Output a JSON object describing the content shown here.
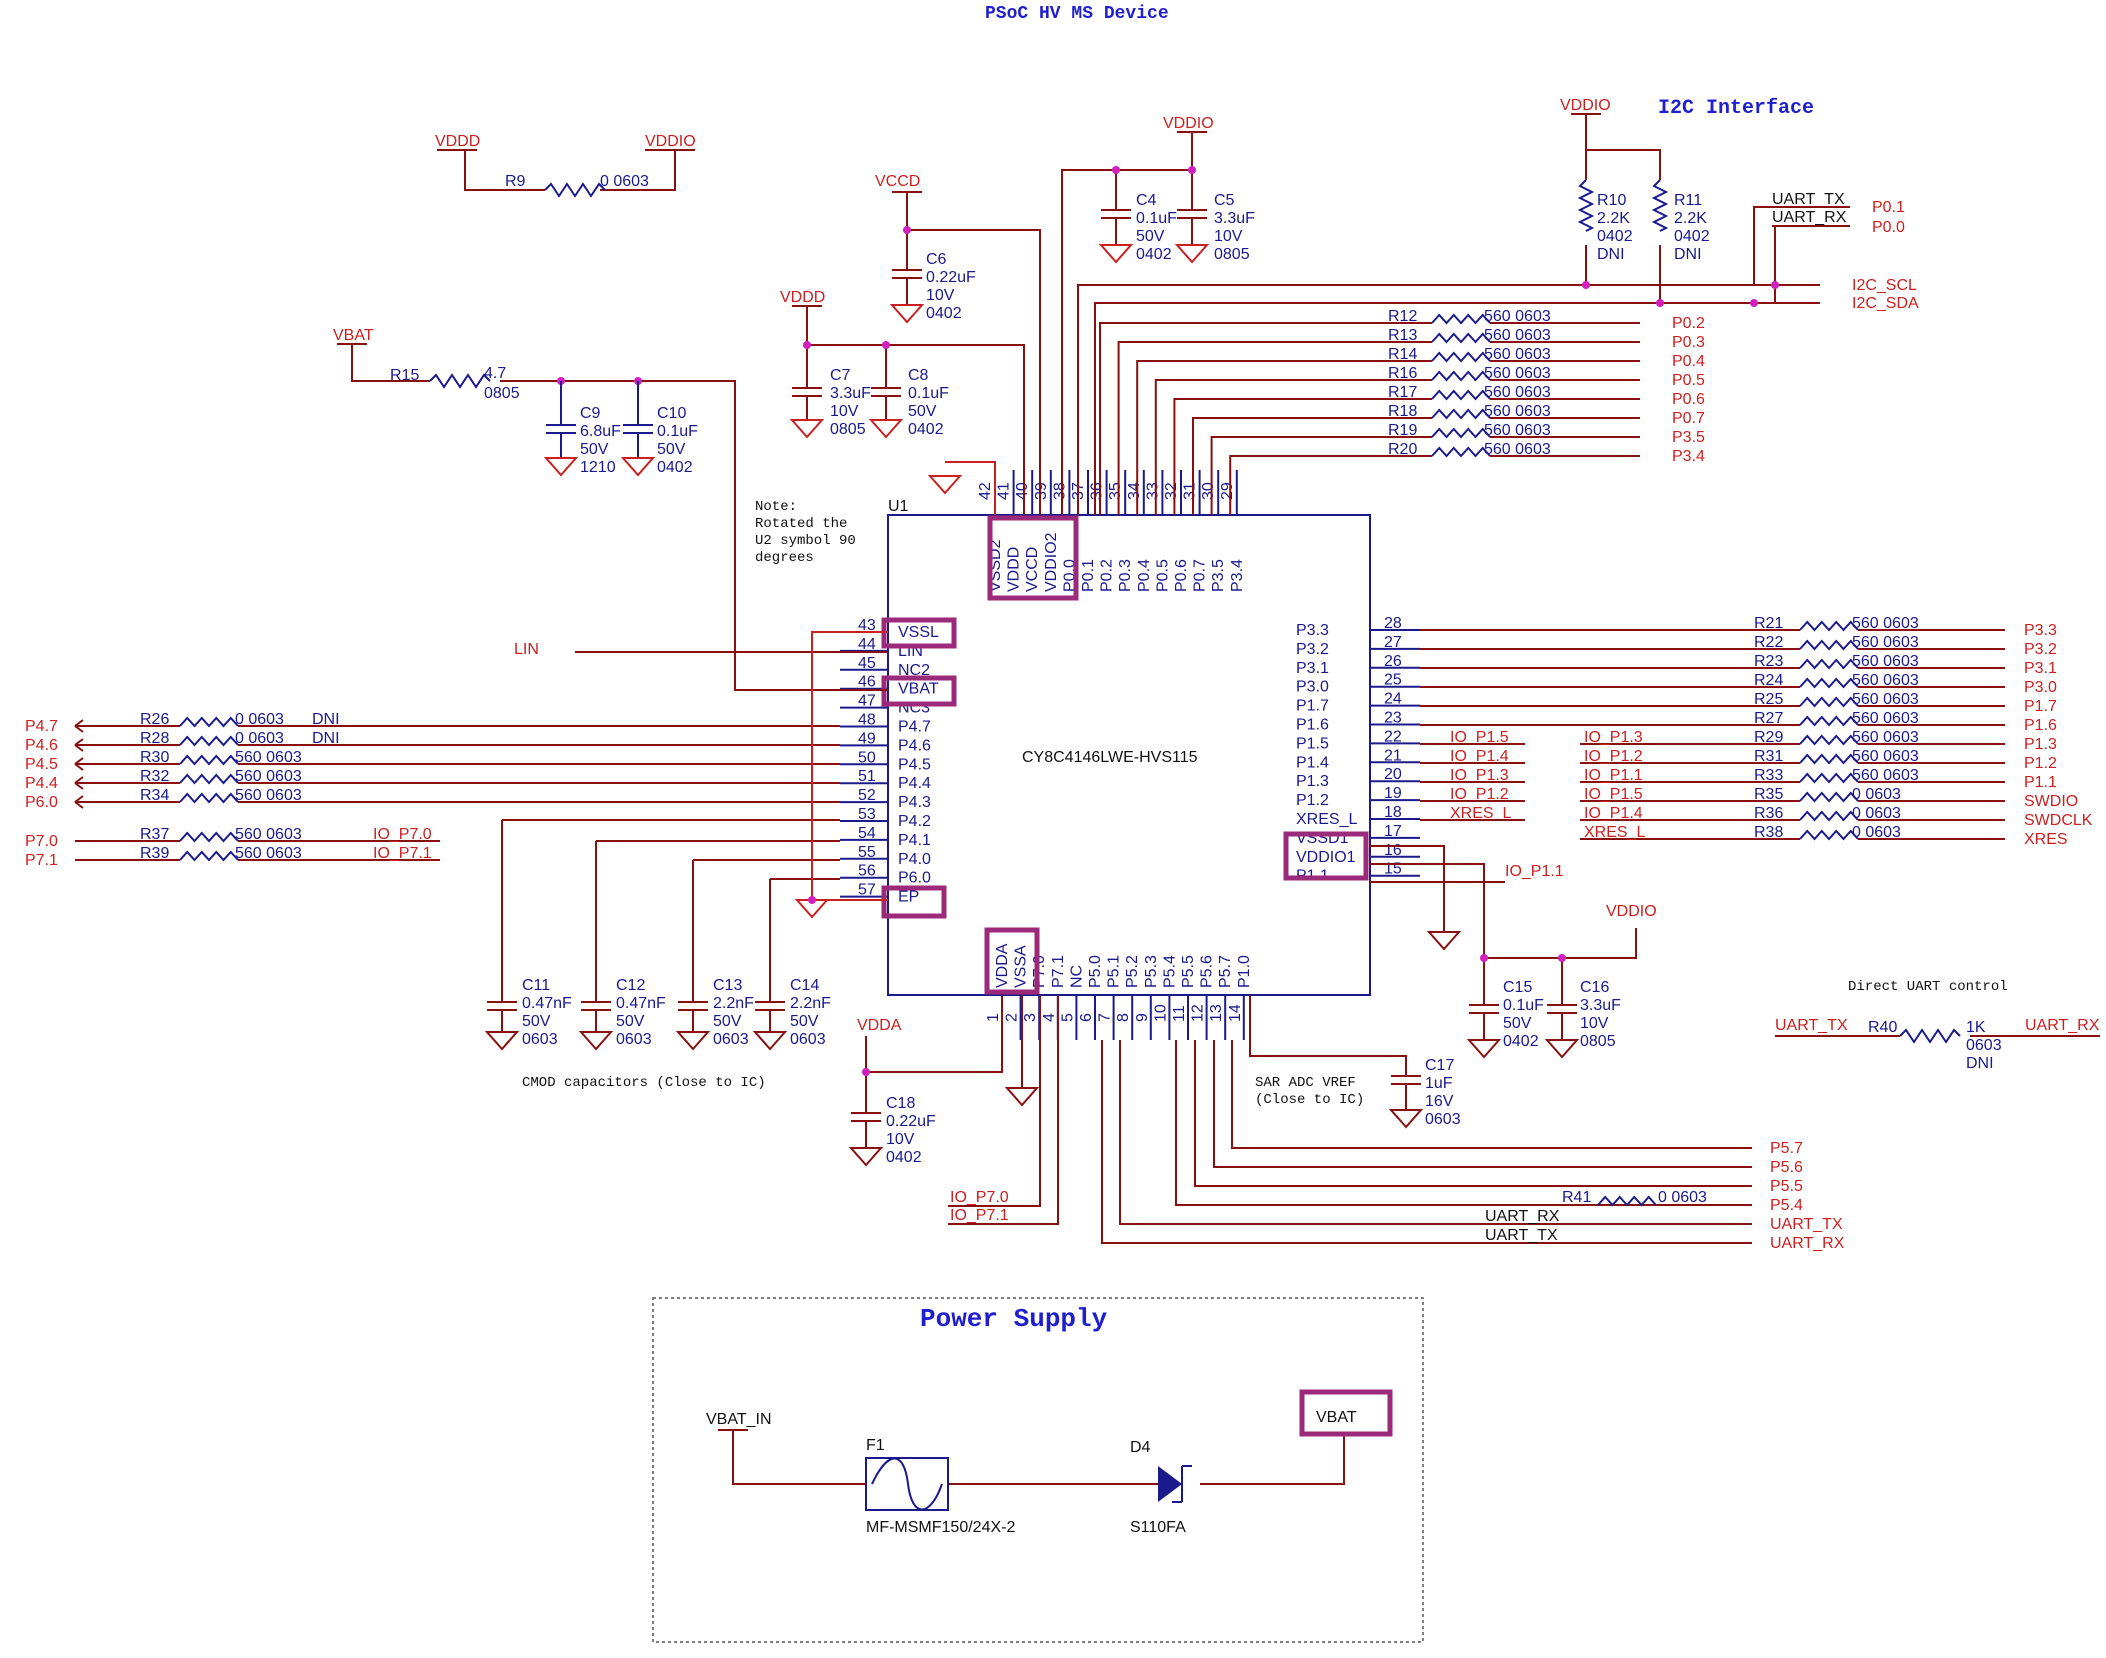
{
  "titles": {
    "main": "PSoC HV MS Device",
    "i2c": "I2C Interface",
    "power": "Power Supply"
  },
  "ic": {
    "ref": "U1",
    "part": "CY8C4146LWE-HVS115"
  },
  "notes": {
    "rotated": [
      "Note:",
      "Rotated the",
      "U2 symbol 90",
      "degrees"
    ],
    "cmod": "CMOD capacitors (Close to IC)",
    "sar": [
      "SAR ADC VREF",
      "(Close to IC)"
    ],
    "uart": "Direct UART control"
  },
  "top_pins": [
    {
      "num": "42",
      "name": "VSSD2"
    },
    {
      "num": "41",
      "name": "VDDD"
    },
    {
      "num": "40",
      "name": "VCCD"
    },
    {
      "num": "39",
      "name": "VDDIO2"
    },
    {
      "num": "38",
      "name": "P0.0"
    },
    {
      "num": "37",
      "name": "P0.1"
    },
    {
      "num": "36",
      "name": "P0.2"
    },
    {
      "num": "35",
      "name": "P0.3"
    },
    {
      "num": "34",
      "name": "P0.4"
    },
    {
      "num": "33",
      "name": "P0.5"
    },
    {
      "num": "32",
      "name": "P0.6"
    },
    {
      "num": "31",
      "name": "P0.7"
    },
    {
      "num": "30",
      "name": "P3.5"
    },
    {
      "num": "29",
      "name": "P3.4"
    }
  ],
  "left_pins": [
    {
      "num": "43",
      "name": "VSSL"
    },
    {
      "num": "44",
      "name": "LIN"
    },
    {
      "num": "45",
      "name": "NC2"
    },
    {
      "num": "46",
      "name": "VBAT"
    },
    {
      "num": "47",
      "name": "NC3"
    },
    {
      "num": "48",
      "name": "P4.7"
    },
    {
      "num": "49",
      "name": "P4.6"
    },
    {
      "num": "50",
      "name": "P4.5"
    },
    {
      "num": "51",
      "name": "P4.4"
    },
    {
      "num": "52",
      "name": "P4.3"
    },
    {
      "num": "53",
      "name": "P4.2"
    },
    {
      "num": "54",
      "name": "P4.1"
    },
    {
      "num": "55",
      "name": "P4.0"
    },
    {
      "num": "56",
      "name": "P6.0"
    },
    {
      "num": "57",
      "name": "EP"
    }
  ],
  "right_pins": [
    {
      "num": "28",
      "name": "P3.3"
    },
    {
      "num": "27",
      "name": "P3.2"
    },
    {
      "num": "26",
      "name": "P3.1"
    },
    {
      "num": "25",
      "name": "P3.0"
    },
    {
      "num": "24",
      "name": "P1.7"
    },
    {
      "num": "23",
      "name": "P1.6"
    },
    {
      "num": "22",
      "name": "P1.5"
    },
    {
      "num": "21",
      "name": "P1.4"
    },
    {
      "num": "20",
      "name": "P1.3"
    },
    {
      "num": "19",
      "name": "P1.2"
    },
    {
      "num": "18",
      "name": "XRES_L"
    },
    {
      "num": "17",
      "name": "VSSD1"
    },
    {
      "num": "16",
      "name": "VDDIO1"
    },
    {
      "num": "15",
      "name": "P1.1"
    }
  ],
  "bottom_pins": [
    {
      "num": "1",
      "name": "VDDA"
    },
    {
      "num": "2",
      "name": "VSSA"
    },
    {
      "num": "3",
      "name": "P7.0"
    },
    {
      "num": "4",
      "name": "P7.1"
    },
    {
      "num": "5",
      "name": "NC"
    },
    {
      "num": "6",
      "name": "P5.0"
    },
    {
      "num": "7",
      "name": "P5.1"
    },
    {
      "num": "8",
      "name": "P5.2"
    },
    {
      "num": "9",
      "name": "P5.3"
    },
    {
      "num": "10",
      "name": "P5.4"
    },
    {
      "num": "11",
      "name": "P5.5"
    },
    {
      "num": "12",
      "name": "P5.6"
    },
    {
      "num": "13",
      "name": "P5.7"
    },
    {
      "num": "14",
      "name": "P1.0"
    }
  ],
  "top_res": [
    {
      "ref": "R12",
      "val": "560 0603",
      "net": "P0.2"
    },
    {
      "ref": "R13",
      "val": "560 0603",
      "net": "P0.3"
    },
    {
      "ref": "R14",
      "val": "560 0603",
      "net": "P0.4"
    },
    {
      "ref": "R16",
      "val": "560 0603",
      "net": "P0.5"
    },
    {
      "ref": "R17",
      "val": "560 0603",
      "net": "P0.6"
    },
    {
      "ref": "R18",
      "val": "560 0603",
      "net": "P0.7"
    },
    {
      "ref": "R19",
      "val": "560 0603",
      "net": "P3.5"
    },
    {
      "ref": "R20",
      "val": "560 0603",
      "net": "P3.4"
    }
  ],
  "right_res": [
    {
      "ref": "R21",
      "val": "560 0603",
      "net": "P3.3",
      "io": ""
    },
    {
      "ref": "R22",
      "val": "560 0603",
      "net": "P3.2",
      "io": ""
    },
    {
      "ref": "R23",
      "val": "560 0603",
      "net": "P3.1",
      "io": ""
    },
    {
      "ref": "R24",
      "val": "560 0603",
      "net": "P3.0",
      "io": ""
    },
    {
      "ref": "R25",
      "val": "560 0603",
      "net": "P1.7",
      "io": ""
    },
    {
      "ref": "R27",
      "val": "560 0603",
      "net": "P1.6",
      "io": ""
    },
    {
      "ref": "R29",
      "val": "560 0603",
      "net": "P1.3",
      "io": "IO_P1.3"
    },
    {
      "ref": "R31",
      "val": "560 0603",
      "net": "P1.2",
      "io": "IO_P1.2"
    },
    {
      "ref": "R33",
      "val": "560 0603",
      "net": "P1.1",
      "io": "IO_P1.1"
    },
    {
      "ref": "R35",
      "val": "0 0603",
      "net": "SWDIO",
      "io": "IO_P1.5"
    },
    {
      "ref": "R36",
      "val": "0 0603",
      "net": "SWDCLK",
      "io": "IO_P1.4"
    },
    {
      "ref": "R38",
      "val": "0 0603",
      "net": "XRES",
      "io": "XRES_L"
    }
  ],
  "right_io": [
    "IO_P1.5",
    "IO_P1.4",
    "IO_P1.3",
    "IO_P1.2",
    "XRES_L"
  ],
  "left_res": [
    {
      "ref": "R26",
      "val": "0 0603",
      "dni": "DNI",
      "net": "P4.7"
    },
    {
      "ref": "R28",
      "val": "0 0603",
      "dni": "DNI",
      "net": "P4.6"
    },
    {
      "ref": "R30",
      "val": "560 0603",
      "dni": "",
      "net": "P4.5"
    },
    {
      "ref": "R32",
      "val": "560 0603",
      "dni": "",
      "net": "P4.4"
    },
    {
      "ref": "R34",
      "val": "560 0603",
      "dni": "",
      "net": "P6.0"
    }
  ],
  "left_res2": [
    {
      "ref": "R37",
      "val": "560 0603",
      "net": "P7.0",
      "io": "IO_P7.0"
    },
    {
      "ref": "R39",
      "val": "560 0603",
      "net": "P7.1",
      "io": "IO_P7.1"
    }
  ],
  "caps_cmod": [
    {
      "ref": "C11",
      "v1": "0.47nF",
      "v2": "50V",
      "v3": "0603"
    },
    {
      "ref": "C12",
      "v1": "0.47nF",
      "v2": "50V",
      "v3": "0603"
    },
    {
      "ref": "C13",
      "v1": "2.2nF",
      "v2": "50V",
      "v3": "0603"
    },
    {
      "ref": "C14",
      "v1": "2.2nF",
      "v2": "50V",
      "v3": "0603"
    }
  ],
  "bottom_nets": [
    {
      "net": "P5.7",
      "ref": ""
    },
    {
      "net": "P5.6",
      "ref": ""
    },
    {
      "net": "P5.5",
      "ref": ""
    },
    {
      "net": "P5.4",
      "ref": "R41",
      "val": "0 0603"
    },
    {
      "net": "UART_TX",
      "ref": "",
      "inner": "UART_RX"
    },
    {
      "net": "UART_RX",
      "ref": "",
      "inner": "UART_TX"
    }
  ],
  "rails": {
    "vddd": "VDDD",
    "vddio": "VDDIO",
    "vccd": "VCCD",
    "vbat": "VBAT",
    "vdda": "VDDA",
    "lin": "LIN"
  },
  "parts": {
    "r9": {
      "ref": "R9",
      "val": "0 0603"
    },
    "r15": {
      "ref": "R15",
      "val": "4.7",
      "pkg": "0805"
    },
    "c4": [
      "C4",
      "0.1uF",
      "50V",
      "0402"
    ],
    "c5": [
      "C5",
      "3.3uF",
      "10V",
      "0805"
    ],
    "c6": [
      "C6",
      "0.22uF",
      "10V",
      "0402"
    ],
    "c7": [
      "C7",
      "3.3uF",
      "10V",
      "0805"
    ],
    "c8": [
      "C8",
      "0.1uF",
      "50V",
      "0402"
    ],
    "c9": [
      "C9",
      "6.8uF",
      "50V",
      "1210"
    ],
    "c10": [
      "C10",
      "0.1uF",
      "50V",
      "0402"
    ],
    "c15": [
      "C15",
      "0.1uF",
      "50V",
      "0402"
    ],
    "c16": [
      "C16",
      "3.3uF",
      "10V",
      "0805"
    ],
    "c17": [
      "C17",
      "1uF",
      "16V",
      "0603"
    ],
    "c18": [
      "C18",
      "0.22uF",
      "10V",
      "0402"
    ],
    "r10": [
      "R10",
      "2.2K",
      "0402",
      "DNI"
    ],
    "r11": [
      "R11",
      "2.2K",
      "0402",
      "DNI"
    ],
    "r40": {
      "ref": "R40",
      "val": "1K",
      "pkg": "0603",
      "dni": "DNI",
      "left": "UART_TX",
      "right": "UART_RX"
    },
    "io_p11": "IO_P1.1",
    "io_p70": "IO_P7.0",
    "io_p71": "IO_P7.1"
  },
  "i2c_nets": {
    "uart_tx": "UART_TX",
    "uart_rx": "UART_RX",
    "p01": "P0.1",
    "p00": "P0.0",
    "scl": "I2C_SCL",
    "sda": "I2C_SDA"
  },
  "power_supply": {
    "in": "VBAT_IN",
    "fuse_ref": "F1",
    "fuse_part": "MF-MSMF150/24X-2",
    "diode_ref": "D4",
    "diode_part": "S110FA",
    "out": "VBAT"
  }
}
